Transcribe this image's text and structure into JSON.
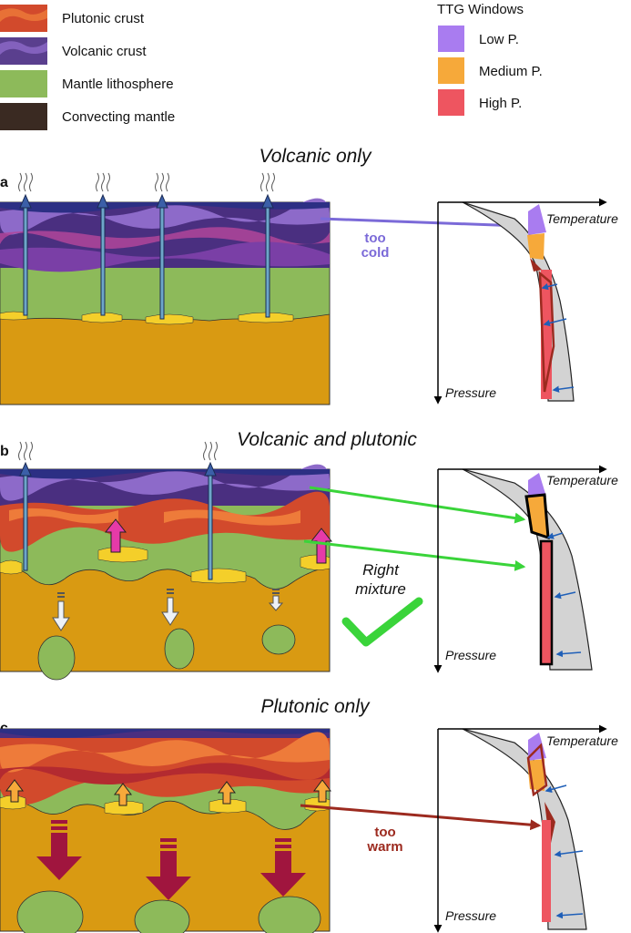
{
  "legend": {
    "items": [
      {
        "label": "Plutonic crust",
        "color": "#d24a2c"
      },
      {
        "label": "Volcanic crust",
        "color": "#5a3f8e"
      },
      {
        "label": "Mantle lithosphere",
        "color": "#8dba5a"
      },
      {
        "label": "Convecting mantle",
        "color": "#3a2a22"
      }
    ]
  },
  "ttg": {
    "title": "TTG Windows",
    "items": [
      {
        "label": "Low P.",
        "color": "#a97cf0"
      },
      {
        "label": "Medium P.",
        "color": "#f6a93a"
      },
      {
        "label": "High P.",
        "color": "#ee5560"
      }
    ]
  },
  "panels": [
    {
      "letter": "a",
      "title": "Volcanic only",
      "annotation_lines": [
        "too",
        "cold"
      ],
      "annotation_color": "#7b6ad8"
    },
    {
      "letter": "b",
      "title": "Volcanic and plutonic",
      "annotation_lines": [
        "Right",
        "mixture"
      ],
      "annotation_color": "#111111"
    },
    {
      "letter": "c",
      "title": "Plutonic only",
      "annotation_lines": [
        "too",
        "warm"
      ],
      "annotation_color": "#9c2a1f"
    }
  ],
  "axes": {
    "x_label": "Temperature",
    "y_label": "Pressure"
  },
  "colors": {
    "mantle": "#d99a12",
    "lithosphere": "#8dba5a",
    "volcanic": "#5a3f8e",
    "plutonic": "#d24a2c",
    "melt": "#f4cf2a",
    "arrow_green": "#3ad43a",
    "arrow_cold": "#7b6ad8",
    "arrow_warm": "#9c2a1f",
    "window_grey": "#d3d3d3"
  },
  "icons": [
    "heat-wisp-icon",
    "check-mark-icon",
    "arrow-icon"
  ]
}
